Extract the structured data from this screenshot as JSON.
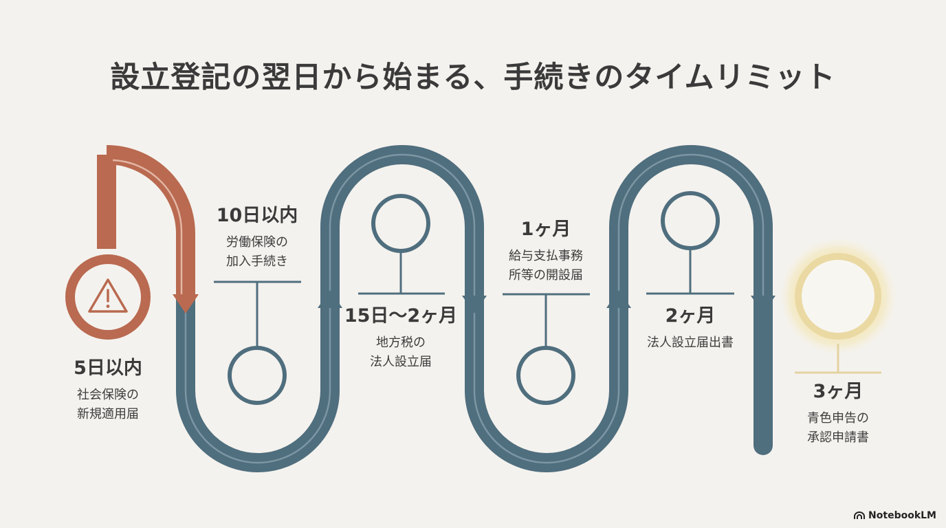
{
  "title": "設立登記の翌日から始まる、手続きのタイムリミット",
  "colors": {
    "background": "#f4f2ee",
    "urgent": "#b96a50",
    "path": "#4f6e7e",
    "glow": "#f2e6b6"
  },
  "milestones": [
    {
      "id": "m1",
      "deadline": "5日以内",
      "lines": [
        "社会保険の",
        "新規適用届"
      ],
      "icon": "warning-icon",
      "highlight": "urgent"
    },
    {
      "id": "m2",
      "deadline": "10日以内",
      "lines": [
        "労働保険の",
        "加入手続き"
      ]
    },
    {
      "id": "m3",
      "deadline": "15日～2ヶ月",
      "lines": [
        "地方税の",
        "法人設立届"
      ]
    },
    {
      "id": "m4",
      "deadline": "1ヶ月",
      "lines": [
        "給与支払事務",
        "所等の開設届"
      ]
    },
    {
      "id": "m5",
      "deadline": "2ヶ月",
      "lines": [
        "法人設立届出書"
      ]
    },
    {
      "id": "m6",
      "deadline": "3ヶ月",
      "lines": [
        "青色申告の",
        "承認申請書"
      ],
      "highlight": "goal"
    }
  ],
  "brand": "NotebookLM"
}
